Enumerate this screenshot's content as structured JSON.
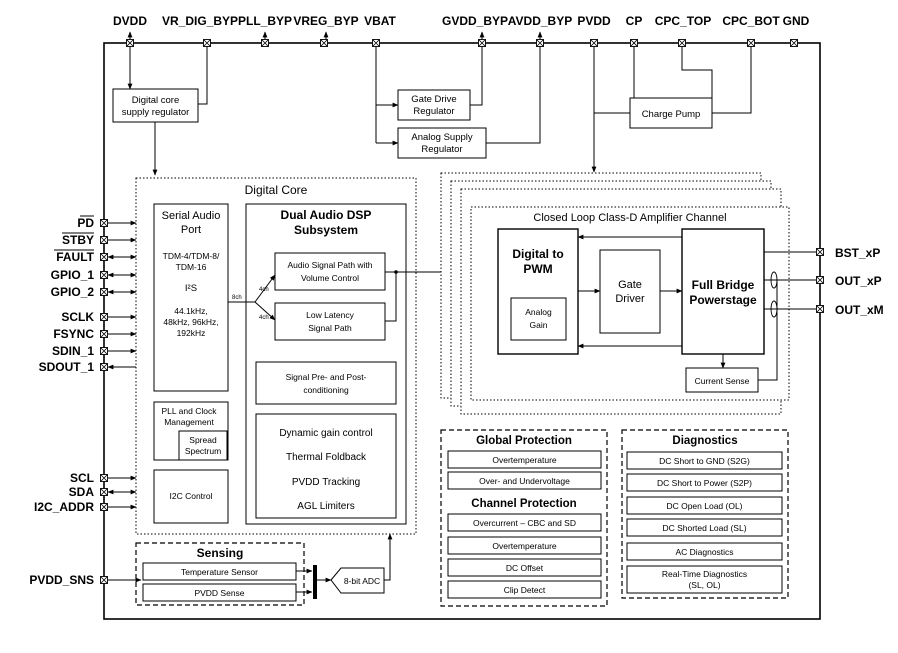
{
  "top_pins": [
    "DVDD",
    "VR_DIG_BYP",
    "PLL_BYP",
    "VREG_BYP",
    "VBAT",
    "GVDD_BYP",
    "AVDD_BYP",
    "PVDD",
    "CP",
    "CPC_TOP",
    "CPC_BOT",
    "GND"
  ],
  "left_pins": [
    "PD",
    "STBY",
    "FAULT",
    "GPIO_1",
    "GPIO_2",
    "SCLK",
    "FSYNC",
    "SDIN_1",
    "SDOUT_1",
    "SCL",
    "SDA",
    "I2C_ADDR",
    "PVDD_SNS"
  ],
  "right_pins": [
    "BST_xP",
    "OUT_xP",
    "OUT_xM"
  ],
  "regulators": {
    "digital_core_supply": [
      "Digital core",
      "supply regulator"
    ],
    "gate_drive": [
      "Gate Drive",
      "Regulator"
    ],
    "analog_supply": [
      "Analog Supply",
      "Regulator"
    ],
    "charge_pump": "Charge Pump"
  },
  "digital_core": {
    "title": "Digital Core",
    "serial_audio_port": {
      "title": [
        "Serial Audio",
        "Port"
      ],
      "formats": [
        "TDM-4/TDM-8/",
        "TDM-16"
      ],
      "i2s": "I²S",
      "rates": [
        "44.1kHz,",
        "48kHz, 96kHz,",
        "192kHz"
      ]
    },
    "pll": [
      "PLL and Clock",
      "Management"
    ],
    "spread_spectrum": [
      "Spread",
      "Spectrum"
    ],
    "i2c_control": "I2C Control",
    "dsp": {
      "title": [
        "Dual Audio DSP",
        "Subsystem"
      ],
      "audio_path": [
        "Audio Signal Path with",
        "Volume Control"
      ],
      "low_latency": [
        "Low Latency",
        "Signal Path"
      ],
      "label_8ch": "8ch",
      "label_4ch_a": "4ch",
      "label_4ch_b": "4ch",
      "conditioning": [
        "Signal Pre- and Post-",
        "conditioning"
      ],
      "features": [
        "Dynamic gain control",
        "Thermal Foldback",
        "PVDD Tracking",
        "AGL Limiters"
      ]
    }
  },
  "sensing": {
    "title": "Sensing",
    "items": [
      "Temperature Sensor",
      "PVDD Sense"
    ],
    "adc": "8-bit ADC"
  },
  "amplifier": {
    "title": "Closed Loop Class-D Amplifier Channel",
    "digital_to_pwm": [
      "Digital to",
      "PWM"
    ],
    "analog_gain": [
      "Analog",
      "Gain"
    ],
    "gate_driver": [
      "Gate",
      "Driver"
    ],
    "full_bridge": [
      "Full Bridge",
      "Powerstage"
    ],
    "current_sense": "Current Sense"
  },
  "global_protection": {
    "title": "Global Protection",
    "items": [
      "Overtemperature",
      "Over- and Undervoltage"
    ]
  },
  "channel_protection": {
    "title": "Channel Protection",
    "items": [
      "Overcurrent – CBC and SD",
      "Overtemperature",
      "DC Offset",
      "Clip Detect"
    ]
  },
  "diagnostics": {
    "title": "Diagnostics",
    "items": [
      "DC Short to GND (S2G)",
      "DC Short to Power (S2P)",
      "DC Open Load (OL)",
      "DC Shorted Load (SL)",
      "AC Diagnostics"
    ],
    "realtime": [
      "Real-Time Diagnostics",
      "(SL, OL)"
    ]
  }
}
